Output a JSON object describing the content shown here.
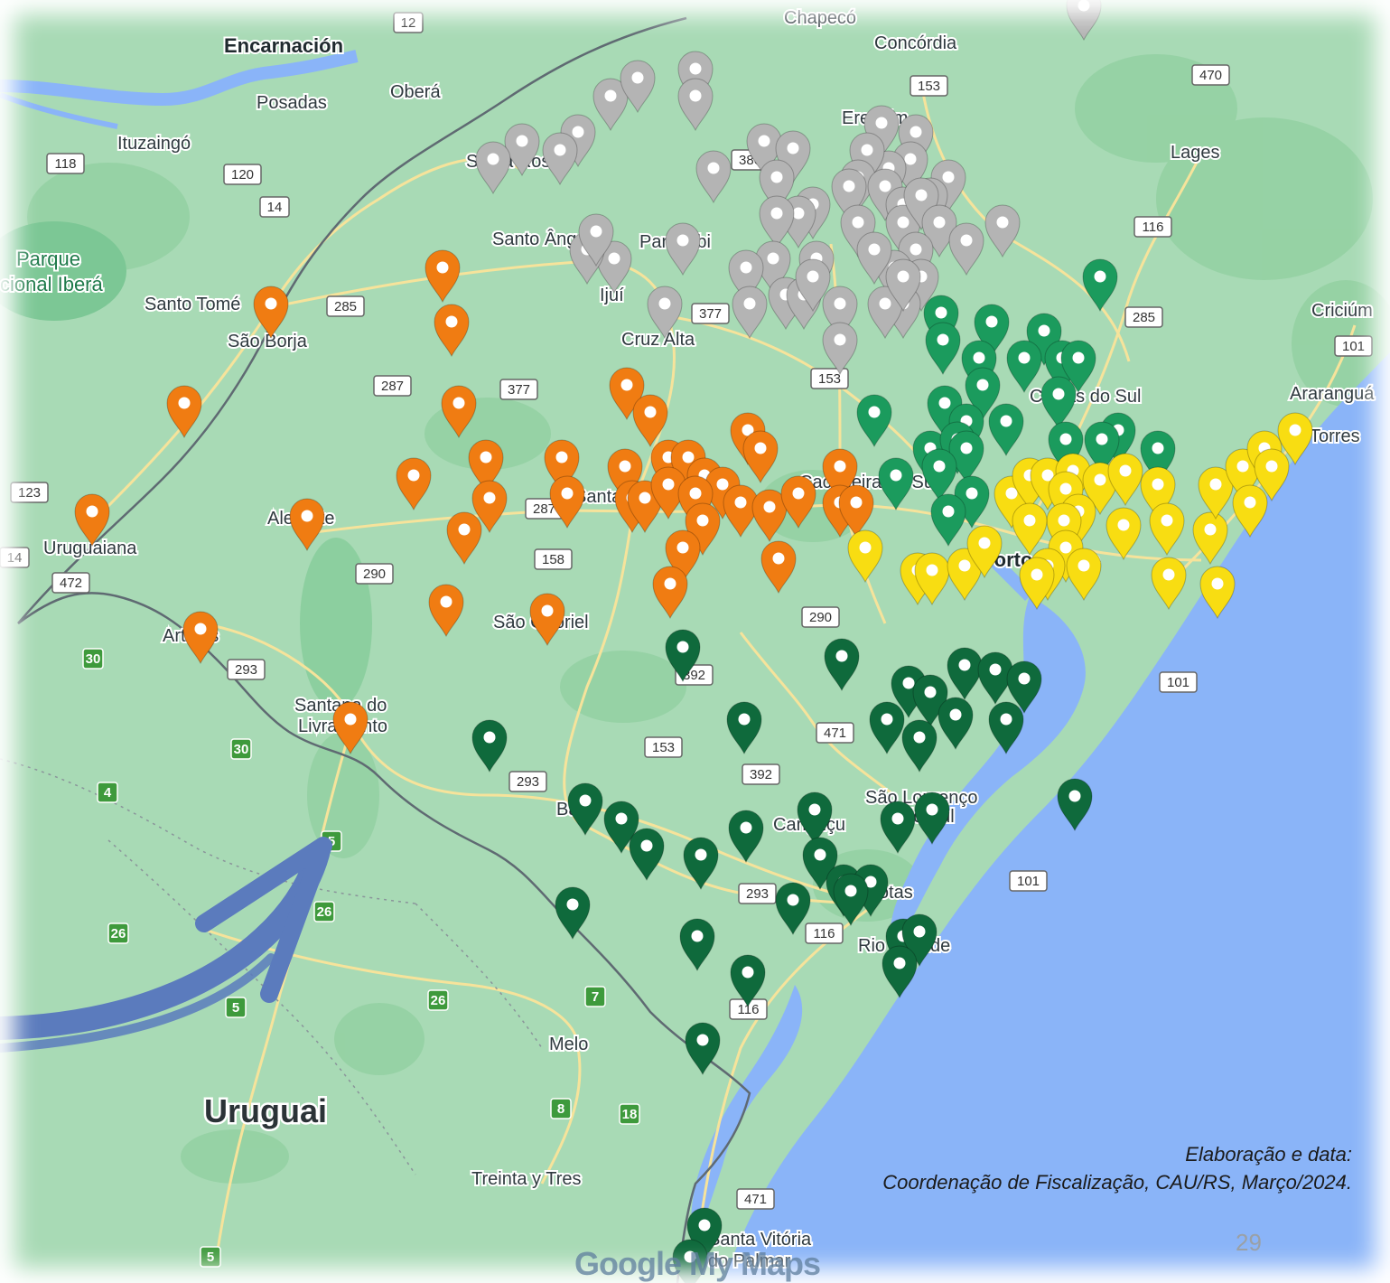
{
  "map": {
    "country_label": "Uruguai",
    "park_label_line1": "Parque",
    "park_label_line2": "cional Iberá",
    "cities": [
      {
        "name": "Encarnación",
        "big": true
      },
      {
        "name": "Posadas"
      },
      {
        "name": "Oberá"
      },
      {
        "name": "Ituzaingó"
      },
      {
        "name": "Chapecó"
      },
      {
        "name": "Concórdia"
      },
      {
        "name": "Lages"
      },
      {
        "name": "Criciúm"
      },
      {
        "name": "Araranguá"
      },
      {
        "name": "Santo Tomé"
      },
      {
        "name": "São Borja"
      },
      {
        "name": "Uruguaiana"
      },
      {
        "name": "Alegrete"
      },
      {
        "name": "Artigas"
      },
      {
        "name": "Santa Rosa"
      },
      {
        "name": "Santo Ângelo"
      },
      {
        "name": "Panambi"
      },
      {
        "name": "Ijuí"
      },
      {
        "name": "Cruz Alta"
      },
      {
        "name": "Erechim"
      },
      {
        "name": "Caxias do Sul"
      },
      {
        "name": "Santa Maria"
      },
      {
        "name": "Cachoeira do Sul"
      },
      {
        "name": "São Gabriel"
      },
      {
        "name": "Santana do"
      },
      {
        "name": "Livramento"
      },
      {
        "name": "Bagé"
      },
      {
        "name": "Canguçu"
      },
      {
        "name": "São Lourenço"
      },
      {
        "name": "do Sul"
      },
      {
        "name": "Pelotas"
      },
      {
        "name": "Rio Grande"
      },
      {
        "name": "Porto Alegre",
        "big": true
      },
      {
        "name": "Torres"
      },
      {
        "name": "Melo"
      },
      {
        "name": "Treinta y Tres"
      },
      {
        "name": "Santa Vitória"
      },
      {
        "name": "do Palmar"
      }
    ],
    "route_shields": [
      {
        "num": "12",
        "kind": "br"
      },
      {
        "num": "153",
        "kind": "br"
      },
      {
        "num": "470",
        "kind": "br"
      },
      {
        "num": "118",
        "kind": "ar"
      },
      {
        "num": "120",
        "kind": "ar"
      },
      {
        "num": "14",
        "kind": "ar"
      },
      {
        "num": "386",
        "kind": "br"
      },
      {
        "num": "116",
        "kind": "br"
      },
      {
        "num": "285",
        "kind": "br"
      },
      {
        "num": "285",
        "kind": "br"
      },
      {
        "num": "377",
        "kind": "br"
      },
      {
        "num": "377",
        "kind": "br"
      },
      {
        "num": "101",
        "kind": "br"
      },
      {
        "num": "287",
        "kind": "br"
      },
      {
        "num": "153",
        "kind": "br"
      },
      {
        "num": "123",
        "kind": "ar"
      },
      {
        "num": "287",
        "kind": "br"
      },
      {
        "num": "472",
        "kind": "br"
      },
      {
        "num": "290",
        "kind": "br"
      },
      {
        "num": "158",
        "kind": "br"
      },
      {
        "num": "290",
        "kind": "br"
      },
      {
        "num": "293",
        "kind": "br"
      },
      {
        "num": "392",
        "kind": "br"
      },
      {
        "num": "101",
        "kind": "br"
      },
      {
        "num": "471",
        "kind": "br"
      },
      {
        "num": "153",
        "kind": "br"
      },
      {
        "num": "293",
        "kind": "br"
      },
      {
        "num": "392",
        "kind": "br"
      },
      {
        "num": "293",
        "kind": "br"
      },
      {
        "num": "116",
        "kind": "br"
      },
      {
        "num": "101",
        "kind": "br"
      },
      {
        "num": "116",
        "kind": "br"
      },
      {
        "num": "471",
        "kind": "br"
      },
      {
        "num": "30",
        "kind": "uy"
      },
      {
        "num": "30",
        "kind": "uy"
      },
      {
        "num": "4",
        "kind": "uy"
      },
      {
        "num": "5",
        "kind": "uy"
      },
      {
        "num": "26",
        "kind": "uy"
      },
      {
        "num": "26",
        "kind": "uy"
      },
      {
        "num": "5",
        "kind": "uy"
      },
      {
        "num": "26",
        "kind": "uy"
      },
      {
        "num": "7",
        "kind": "uy"
      },
      {
        "num": "8",
        "kind": "uy"
      },
      {
        "num": "18",
        "kind": "uy"
      },
      {
        "num": "5",
        "kind": "uy"
      },
      {
        "num": "14",
        "kind": "ar"
      }
    ],
    "marker_colors": {
      "gray": "#b4b4b4",
      "orange": "#f07c12",
      "green": "#1b9b5d",
      "dark_green": "#0f6a3c",
      "yellow": "#f8dd12"
    },
    "water_color": "#8ab4f8",
    "land_color": "#a8dab5",
    "arrow_color": "#5b7bbd",
    "arrow_icon": "curved-arrow-icon",
    "marker_icon": "map-pin-icon"
  },
  "credit": {
    "line1": "Elaboração e data:",
    "line2": "Coordenação de Fiscalização, CAU/RS, Março/2024."
  },
  "page_number": "29",
  "watermark": "Google My Maps"
}
